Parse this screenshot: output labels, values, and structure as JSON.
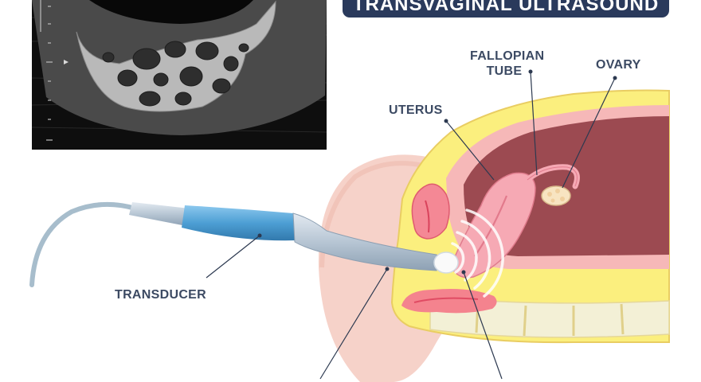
{
  "banner": {
    "title": "TRANSVAGINAL ULTRASOUND"
  },
  "labels": {
    "fallopian_tube": "FALLOPIAN TUBE",
    "ovary": "OVARY",
    "uterus": "UTERUS",
    "transducer": "TRANSDUCER"
  },
  "colors": {
    "banner": "#2a3a5c",
    "label_text": "#3c4a63",
    "skin": "#f6d2c9",
    "fat": "#fbef7e",
    "uterus": "#f6a9b4",
    "cavity": "#9c4a51",
    "probe_blue": "#5aa7d8"
  }
}
